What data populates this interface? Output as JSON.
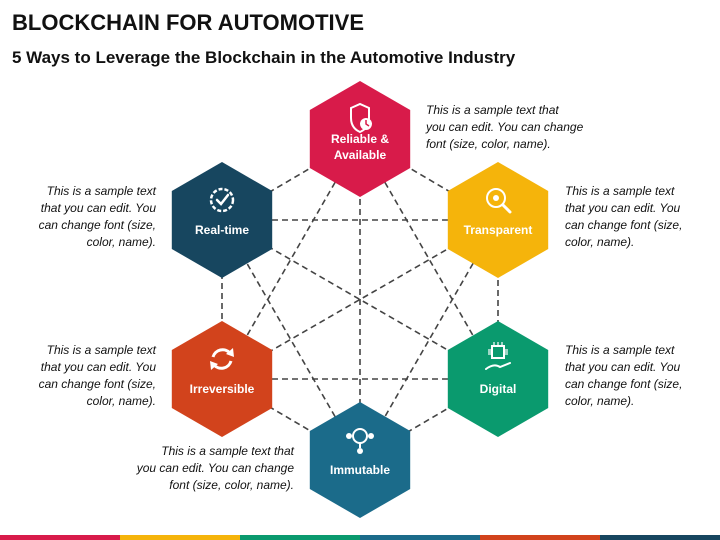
{
  "header": {
    "title": "BLOCKCHAIN FOR AUTOMOTIVE",
    "subtitle": "5 Ways to Leverage the Blockchain in the Automotive Industry"
  },
  "nodes": [
    {
      "id": "reliable",
      "lines": [
        "Reliable &",
        "Available"
      ],
      "color": "#d81b4a",
      "icon": "shield-clock-icon"
    },
    {
      "id": "transparent",
      "lines": [
        "Transparent"
      ],
      "color": "#f5b40b",
      "icon": "eye-search-icon"
    },
    {
      "id": "digital",
      "lines": [
        "Digital"
      ],
      "color": "#0a9a6e",
      "icon": "chip-hand-icon"
    },
    {
      "id": "immutable",
      "lines": [
        "Immutable"
      ],
      "color": "#1b6b8a",
      "icon": "blockchain-network-icon"
    },
    {
      "id": "irreversible",
      "lines": [
        "Irreversible"
      ],
      "color": "#d2431c",
      "icon": "cycle-arrows-icon"
    },
    {
      "id": "realtime",
      "lines": [
        "Real-time"
      ],
      "color": "#17465f",
      "icon": "clock-check-icon"
    }
  ],
  "descriptions": {
    "reliable": [
      "This is a sample text that",
      "you can edit. You can change",
      "font (size, color, name)."
    ],
    "transparent": [
      "This is a sample text",
      "that you can edit. You",
      "can change font (size,",
      "color, name)."
    ],
    "digital": [
      "This is a sample text",
      "that you can edit. You",
      "can change font (size,",
      "color, name)."
    ],
    "immutable": [
      "This is a sample text that",
      "you can edit. You can change",
      "font (size, color, name)."
    ],
    "irreversible": [
      "This is a sample text",
      "that you can edit. You",
      "can change font (size,",
      "color, name)."
    ],
    "realtime": [
      "This is a sample text",
      "that you can edit. You",
      "can change font (size,",
      "color, name)."
    ]
  },
  "footer_colors": [
    "#d81b4a",
    "#f5b40b",
    "#0a9a6e",
    "#1b6b8a",
    "#d2431c",
    "#17465f"
  ]
}
